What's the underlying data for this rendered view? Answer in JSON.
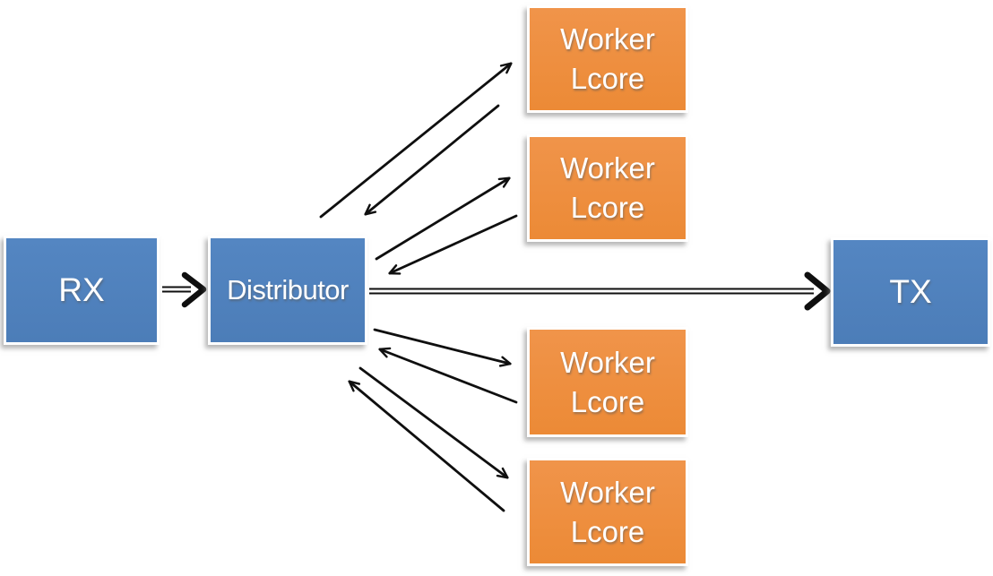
{
  "diagram": {
    "type": "flow-diagram",
    "background_color": "#FFFFFF",
    "nodes": {
      "rx": {
        "label": "RX",
        "shape": "rectangle",
        "fill": "#4F81BD"
      },
      "distributor": {
        "label": "Distributor",
        "shape": "rectangle",
        "fill": "#4F81BD"
      },
      "tx": {
        "label": "TX",
        "shape": "rectangle",
        "fill": "#4F81BD"
      },
      "workers": [
        {
          "line1": "Worker",
          "line2": "Lcore",
          "shape": "rectangle",
          "fill": "#EE8E3F"
        },
        {
          "line1": "Worker",
          "line2": "Lcore",
          "shape": "rectangle",
          "fill": "#EE8E3F"
        },
        {
          "line1": "Worker",
          "line2": "Lcore",
          "shape": "rectangle",
          "fill": "#EE8E3F"
        },
        {
          "line1": "Worker",
          "line2": "Lcore",
          "shape": "rectangle",
          "fill": "#EE8E3F"
        }
      ]
    },
    "edges": [
      {
        "from": "rx",
        "to": "distributor",
        "style": "double-line-arrow"
      },
      {
        "from": "distributor",
        "to": "tx",
        "style": "double-line-arrow"
      },
      {
        "from": "distributor",
        "to": "worker-1",
        "style": "single-arrow"
      },
      {
        "from": "worker-1",
        "to": "distributor",
        "style": "single-arrow"
      },
      {
        "from": "distributor",
        "to": "worker-2",
        "style": "single-arrow"
      },
      {
        "from": "worker-2",
        "to": "distributor",
        "style": "single-arrow"
      },
      {
        "from": "distributor",
        "to": "worker-3",
        "style": "single-arrow"
      },
      {
        "from": "worker-3",
        "to": "distributor",
        "style": "single-arrow"
      },
      {
        "from": "distributor",
        "to": "worker-4",
        "style": "single-arrow"
      },
      {
        "from": "worker-4",
        "to": "distributor",
        "style": "single-arrow"
      }
    ],
    "colors": {
      "node_blue": "#4F81BD",
      "node_orange": "#EE8E3F",
      "node_border": "#FFFFFF",
      "node_text": "#FFFFFF",
      "arrow": "#0F0F0F"
    }
  }
}
